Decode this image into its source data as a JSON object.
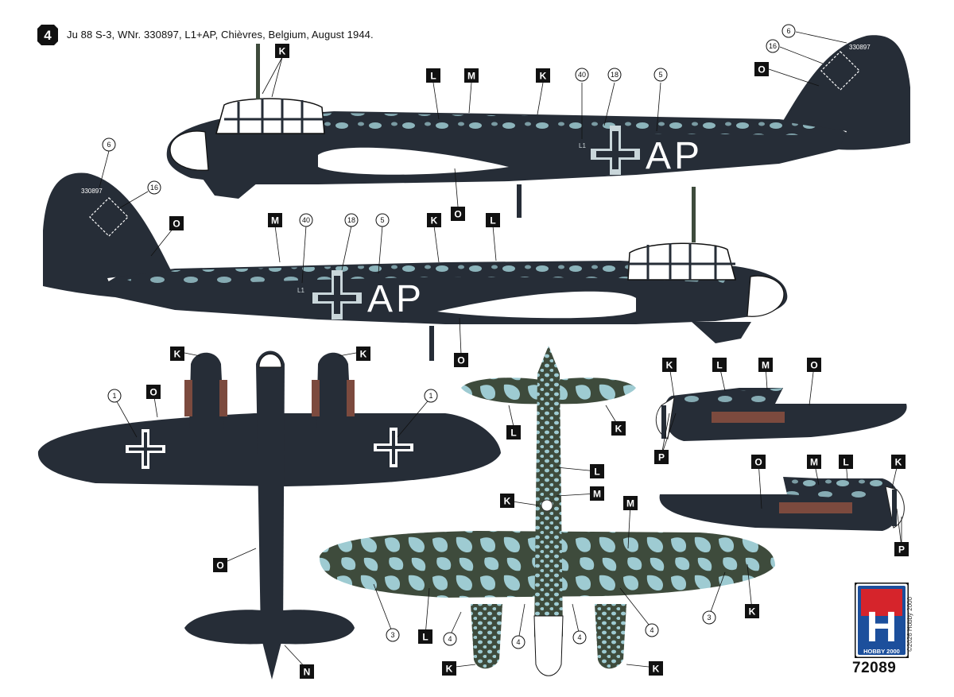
{
  "header": {
    "profile_number": "4",
    "title": "Ju 88 S-3, WNr. 330897, L1+AP, Chièvres, Belgium, August 1944."
  },
  "markings": {
    "werknummer": "330897",
    "code_prefix": "L1",
    "code_letters": "AP"
  },
  "letter_callouts": [
    "K",
    "L",
    "M",
    "O",
    "N",
    "P"
  ],
  "number_callouts": [
    "1",
    "3",
    "4",
    "5",
    "6",
    "16",
    "18",
    "40"
  ],
  "branding": {
    "logo_letter": "H",
    "logo_text": "HOBBY 2000",
    "product_number": "72089",
    "copyright": "©2026 Hobby 2000"
  },
  "colors": {
    "night_black_gray": "#262d37",
    "light_blue": "#9ecbd2",
    "olive_green": "#3e4b3c",
    "exhaust_brown": "#7c4a3e",
    "logo_red": "#d6242b",
    "logo_blue": "#1c4f9c"
  }
}
